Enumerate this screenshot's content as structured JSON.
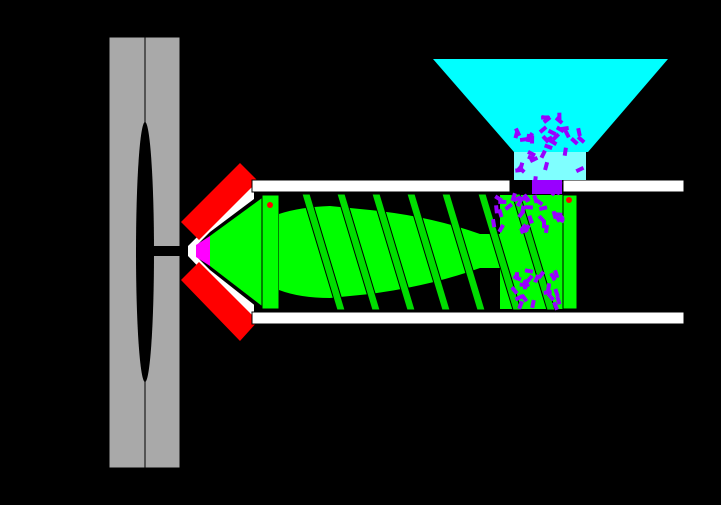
{
  "diagram": {
    "kind": "injection-molding-machine-cross-section",
    "labels": [],
    "colors": {
      "background": "#000000",
      "mold": "#a9a9a9",
      "mold_outline": "#000000",
      "cavity": "#000000",
      "barrel": "#ffffff",
      "heater_bands": "#ff0000",
      "nozzle_tip": "#ff00ff",
      "screw": "#00ff00",
      "screw_flights": "#00dd00",
      "pellets": "#9900ff",
      "hopper": "#00ffff",
      "hopper_throat": "#7fffff",
      "sensor_dots": "#ff0000"
    },
    "parts": [
      {
        "name": "mold",
        "semantic": "mould-halves"
      },
      {
        "name": "sprue",
        "semantic": "sprue-channel"
      },
      {
        "name": "nozzle",
        "semantic": "injection-nozzle"
      },
      {
        "name": "heater-bands",
        "semantic": "nozzle-heaters"
      },
      {
        "name": "barrel",
        "semantic": "heated-barrel"
      },
      {
        "name": "screw",
        "semantic": "reciprocating-screw"
      },
      {
        "name": "hopper",
        "semantic": "material-hopper"
      },
      {
        "name": "pellets",
        "semantic": "plastic-granules"
      }
    ]
  }
}
